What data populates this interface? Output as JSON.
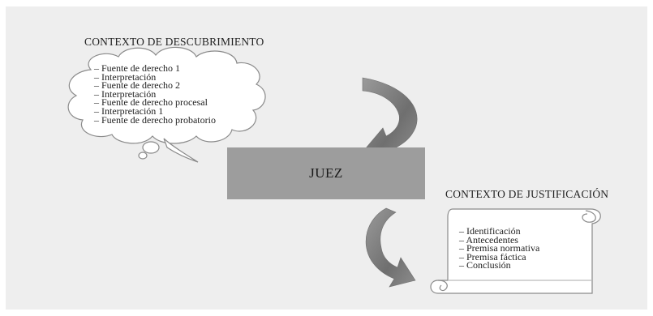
{
  "discovery": {
    "title": "CONTEXTO DE DESCUBRIMIENTO",
    "items": [
      "– Fuente de derecho 1",
      "– Interpretación",
      "– Fuente de derecho 2",
      "– Interpretación",
      "– Fuente de derecho procesal",
      "– Interpretación 1",
      "– Fuente de derecho probatorio"
    ]
  },
  "judge": {
    "label": "JUEZ"
  },
  "justification": {
    "title": "CONTEXTO DE JUSTIFICACIÓN",
    "items": [
      "– Identificación",
      "– Antecedentes",
      "– Premisa normativa",
      "– Premisa fáctica",
      "– Conclusión"
    ]
  },
  "colors": {
    "background": "#eeeeee",
    "judge_box": "#9d9d9d",
    "arrow": "#7a7a7a",
    "shapes_fill": "#ffffff",
    "outline": "#888888"
  },
  "icons": [
    "thought-cloud",
    "curved-arrow-down-left",
    "curved-arrow-down-right",
    "scroll-document"
  ]
}
